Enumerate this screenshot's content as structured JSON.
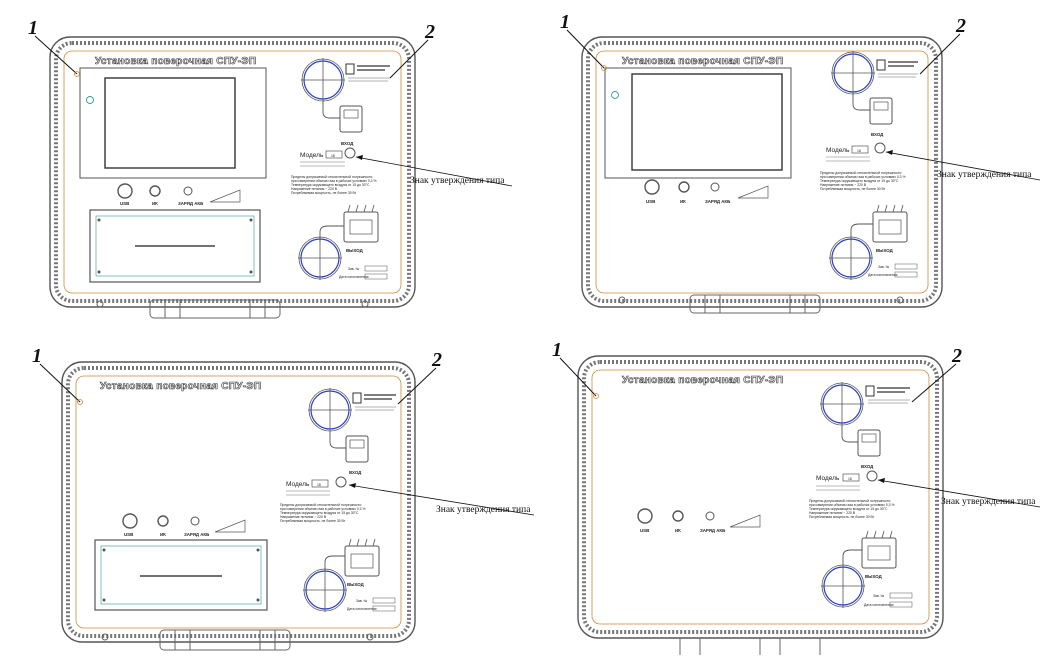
{
  "views": [
    {
      "label_left": "1",
      "label_right": "2",
      "title": "Установка поверочная СПУ-ЭП",
      "sign_label": "Знак утверждения типа",
      "display": true,
      "connectors": [
        "USB",
        "ИК",
        "ЗАРЯД АКБ"
      ],
      "printer": true,
      "input_label": "ВХОД",
      "output_label": "ВЫХОД",
      "model_label": "Модель",
      "model_value": "18",
      "serial_label": "Зав. №",
      "date_label": "Дата изготовления",
      "spec_lines": [
        "Пределы допускаемой относительной погрешности",
        "при измерении объема газа в рабочих условиях 0,3 %",
        "Температура окружающего воздуха от 15 до 30°С",
        "Напряжение питания ~ 220 В",
        "Потребляемая мощность, не более 30 Вт"
      ]
    },
    {
      "label_left": "1",
      "label_right": "2",
      "title": "Установка поверочная СПУ-ЭП",
      "sign_label": "Знак утверждения типа",
      "display": true,
      "connectors": [
        "USB",
        "ИК",
        "ЗАРЯД АКБ"
      ],
      "printer": false,
      "input_label": "ВХОД",
      "output_label": "ВЫХОД",
      "model_label": "Модель",
      "model_value": "18",
      "serial_label": "Зав. №",
      "date_label": "Дата изготовления",
      "spec_lines": [
        "Пределы допускаемой относительной погрешности",
        "при измерении объема газа в рабочих условиях 0,3 %",
        "Температура окружающего воздуха от 15 до 30°С",
        "Напряжение питания ~ 220 В",
        "Потребляемая мощность, не более 30 Вт"
      ]
    },
    {
      "label_left": "1",
      "label_right": "2",
      "title": "Установка поверочная СПУ-ЭП",
      "sign_label": "Знак утверждения типа",
      "display": false,
      "connectors": [
        "USB",
        "ИК",
        "ЗАРЯД АКБ"
      ],
      "printer": true,
      "input_label": "ВХОД",
      "output_label": "ВЫХОД",
      "model_label": "Модель",
      "model_value": "18",
      "serial_label": "Зав. №",
      "date_label": "Дата изготовления",
      "spec_lines": [
        "Пределы допускаемой относительной погрешности",
        "при измерении объема газа в рабочих условиях 0,3 %",
        "Температура окружающего воздуха от 15 до 30°С",
        "Напряжение питания ~ 220 В",
        "Потребляемая мощность, не более 30 Вт"
      ]
    },
    {
      "label_left": "1",
      "label_right": "2",
      "title": "Установка поверочная СПУ-ЭП",
      "sign_label": "Знак утверждения типа",
      "display": false,
      "connectors": [
        "USB",
        "ИК",
        "ЗАРЯД АКБ"
      ],
      "printer": false,
      "input_label": "ВХОД",
      "output_label": "ВЫХОД",
      "model_label": "Модель",
      "model_value": "18",
      "serial_label": "Зав. №",
      "date_label": "Дата изготовления",
      "spec_lines": [
        "Пределы допускаемой относительной погрешности",
        "при измерении объема газа в рабочих условиях 0,3 %",
        "Температура окружающего воздуха от 15 до 30°С",
        "Напряжение питания ~ 220 В",
        "Потребляемая мощность, не более 30 Вт"
      ]
    }
  ],
  "colors": {
    "line": "#555555",
    "accent_orange": "#d08a3a",
    "teal": "#2f9a9a",
    "blue": "#2a3fc2",
    "gold": "#c9a03a"
  }
}
